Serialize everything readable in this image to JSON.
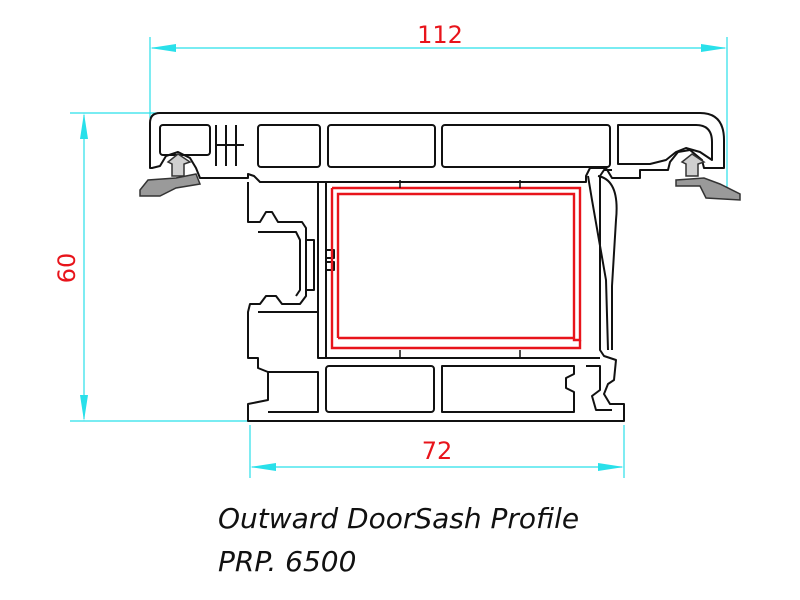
{
  "dimensions": {
    "width_overall": "112",
    "height_overall": "60",
    "width_body": "72"
  },
  "caption": {
    "line1": "Outward DoorSash Profile",
    "line2": "PRP. 6500"
  },
  "colors": {
    "dimension_line": "#29e0ea",
    "dimension_text": "#e8141b",
    "profile_outline": "#111111",
    "reinforcement": "#e8141b",
    "gasket": "#888888"
  }
}
